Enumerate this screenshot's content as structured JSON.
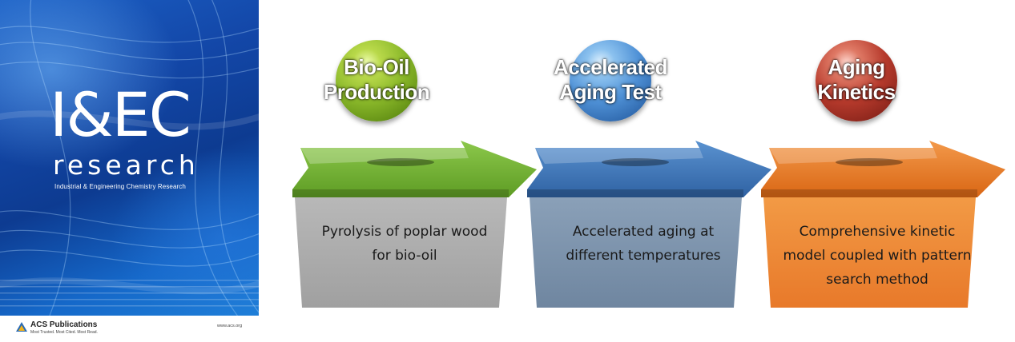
{
  "cover": {
    "logo_main": "I&EC",
    "logo_sub": "research",
    "journal_full_name": "Industrial & Engineering Chemistry Research",
    "publisher": "ACS Publications",
    "publisher_tagline": "Most Trusted. Most Cited. Most Read.",
    "url": "www.acs.org"
  },
  "steps": [
    {
      "title": "Bio-Oil Production",
      "description": "Pyrolysis of poplar wood for bio-oil"
    },
    {
      "title": "Accelerated Aging Test",
      "description": "Accelerated aging at different temperatures"
    },
    {
      "title": "Aging Kinetics",
      "description": "Comprehensive kinetic model coupled with pattern search method"
    }
  ],
  "colors": {
    "step1_arrow": "#6fae2e",
    "step1_sphere": "#8ab82a",
    "step1_box": "#a9a9a9",
    "step2_arrow": "#3f76b8",
    "step2_sphere": "#4f91d6",
    "step2_box": "#7d93ac",
    "step3_arrow": "#e87722",
    "step3_sphere": "#b63a2c",
    "step3_box": "#ee8a33"
  }
}
